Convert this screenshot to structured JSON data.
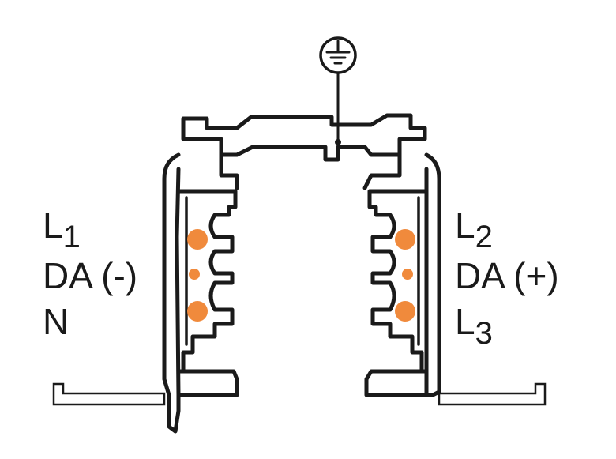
{
  "labels": {
    "left_top": {
      "main": "L",
      "sub": "1"
    },
    "left_mid": "DA (-)",
    "left_bottom": "N",
    "right_top": {
      "main": "L",
      "sub": "2"
    },
    "right_mid": "DA (+)",
    "right_bottom": {
      "main": "L",
      "sub": "3"
    }
  },
  "colors": {
    "line": "#1a1a1a",
    "conductor": "#f08a3c",
    "background": "#ffffff"
  },
  "icons": {
    "earth": "ground-symbol-icon"
  }
}
